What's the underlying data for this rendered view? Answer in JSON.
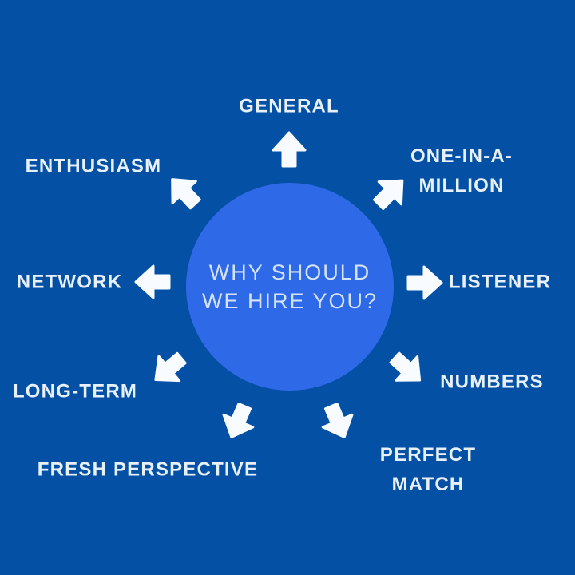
{
  "colors": {
    "background": "#0450A4",
    "circle": "#2E6AE8",
    "arrow": "#F8FBFF",
    "label_text": "#E8F0FA",
    "center_text": "#D5E3F7"
  },
  "center": {
    "question": "WHY SHOULD\nWE HIRE YOU?"
  },
  "items": [
    {
      "id": "general",
      "label": "GENERAL",
      "arrow_direction": "up"
    },
    {
      "id": "one-in-a-million",
      "label": "ONE-IN-A-\nMILLION",
      "arrow_direction": "up-right"
    },
    {
      "id": "listener",
      "label": "LISTENER",
      "arrow_direction": "right"
    },
    {
      "id": "numbers",
      "label": "NUMBERS",
      "arrow_direction": "down-right"
    },
    {
      "id": "perfect-match",
      "label": "PERFECT MATCH",
      "arrow_direction": "down-slight-right"
    },
    {
      "id": "fresh-perspective",
      "label": "FRESH PERSPECTIVE",
      "arrow_direction": "down-slight-left"
    },
    {
      "id": "long-term",
      "label": "LONG-TERM",
      "arrow_direction": "down-left"
    },
    {
      "id": "network",
      "label": "NETWORK",
      "arrow_direction": "left"
    },
    {
      "id": "enthusiasm",
      "label": "ENTHUSIASM",
      "arrow_direction": "up-left"
    }
  ]
}
